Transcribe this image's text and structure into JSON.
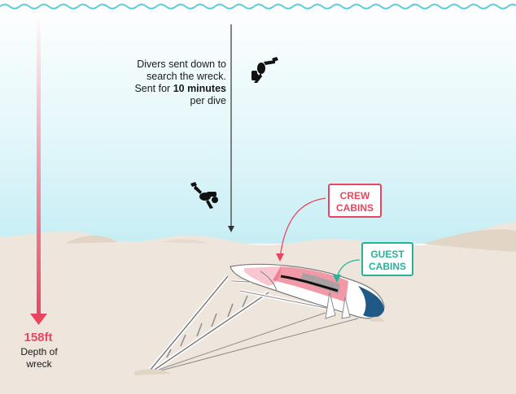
{
  "dive_note": {
    "line1": "Divers sent down to",
    "line2": "search the wreck.",
    "line3_prefix": "Sent for ",
    "line3_bold": "10 minutes",
    "line4": "per dive"
  },
  "depth": {
    "value": "158ft",
    "label_line1": "Depth of",
    "label_line2": "wreck"
  },
  "labels": {
    "crew_line1": "CREW",
    "crew_line2": "CABINS",
    "guest_line1": "GUEST",
    "guest_line2": "CABINS"
  },
  "colors": {
    "crew": "#e8455f",
    "guest": "#26b39a",
    "depth_arrow": "#e8455f",
    "water_top": "#ffffff",
    "water_bottom": "#c6eef4",
    "seabed": "#eee6dc",
    "hull_blue": "#1f5a86"
  },
  "icons": [
    "diver-icon",
    "diver-icon",
    "wave-icon"
  ]
}
